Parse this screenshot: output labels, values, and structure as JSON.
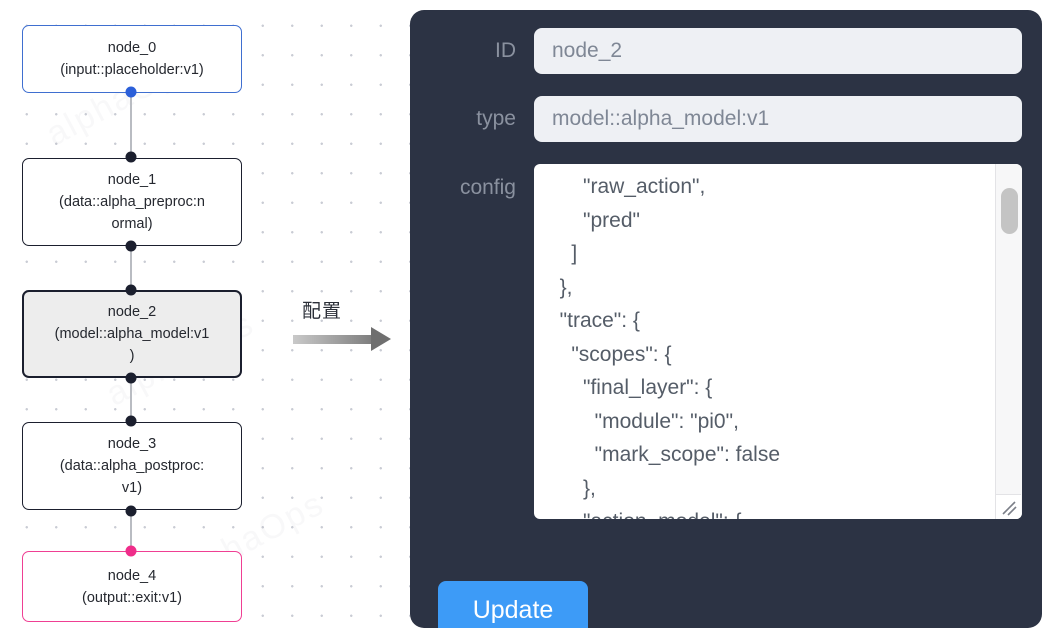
{
  "graph": {
    "nodes": [
      {
        "id": "node_0",
        "type": "(input::placeholder:v1)",
        "label": "node_0\n(input::placeholder:v1)",
        "role": "input",
        "selected": false
      },
      {
        "id": "node_1",
        "type": "(data::alpha_preproc:normal)",
        "label": "node_1\n(data::alpha_preproc:n\normal)",
        "role": "data",
        "selected": false
      },
      {
        "id": "node_2",
        "type": "(model::alpha_model:v1)",
        "label": "node_2\n(model::alpha_model:v1\n)",
        "role": "model",
        "selected": true
      },
      {
        "id": "node_3",
        "type": "(data::alpha_postproc:v1)",
        "label": "node_3\n(data::alpha_postproc:\nv1)",
        "role": "data",
        "selected": false
      },
      {
        "id": "node_4",
        "type": "(output::exit:v1)",
        "label": "node_4\n(output::exit:v1)",
        "role": "output",
        "selected": false
      }
    ],
    "colors": {
      "input_border": "#3f6fd0",
      "output_border": "#ef3f93",
      "default_border": "#1b1f2e",
      "selected_fill": "#ededed",
      "edge": "#b9bcc2",
      "port_default": "#1b1f2e",
      "port_input": "#2b5fd9",
      "port_output": "#ef2d8a"
    }
  },
  "transition": {
    "label": "配置",
    "arrow": "right-arrow"
  },
  "panel": {
    "accent_color": "#3d9bf7",
    "background_color": "#2c3344",
    "fields": [
      {
        "key": "id",
        "label": "ID",
        "value": "node_2"
      },
      {
        "key": "type",
        "label": "type",
        "value": "model::alpha_model:v1"
      }
    ],
    "config": {
      "label": "config",
      "value": "      \"raw_action\",\n      \"pred\"\n    ]\n  },\n  \"trace\": {\n    \"scopes\": {\n      \"final_layer\": {\n        \"module\": \"pi0\",\n        \"mark_scope\": false\n      },\n      \"action_model\": {"
    },
    "update_label": "Update"
  },
  "watermark": {
    "text": "alphaOps"
  }
}
